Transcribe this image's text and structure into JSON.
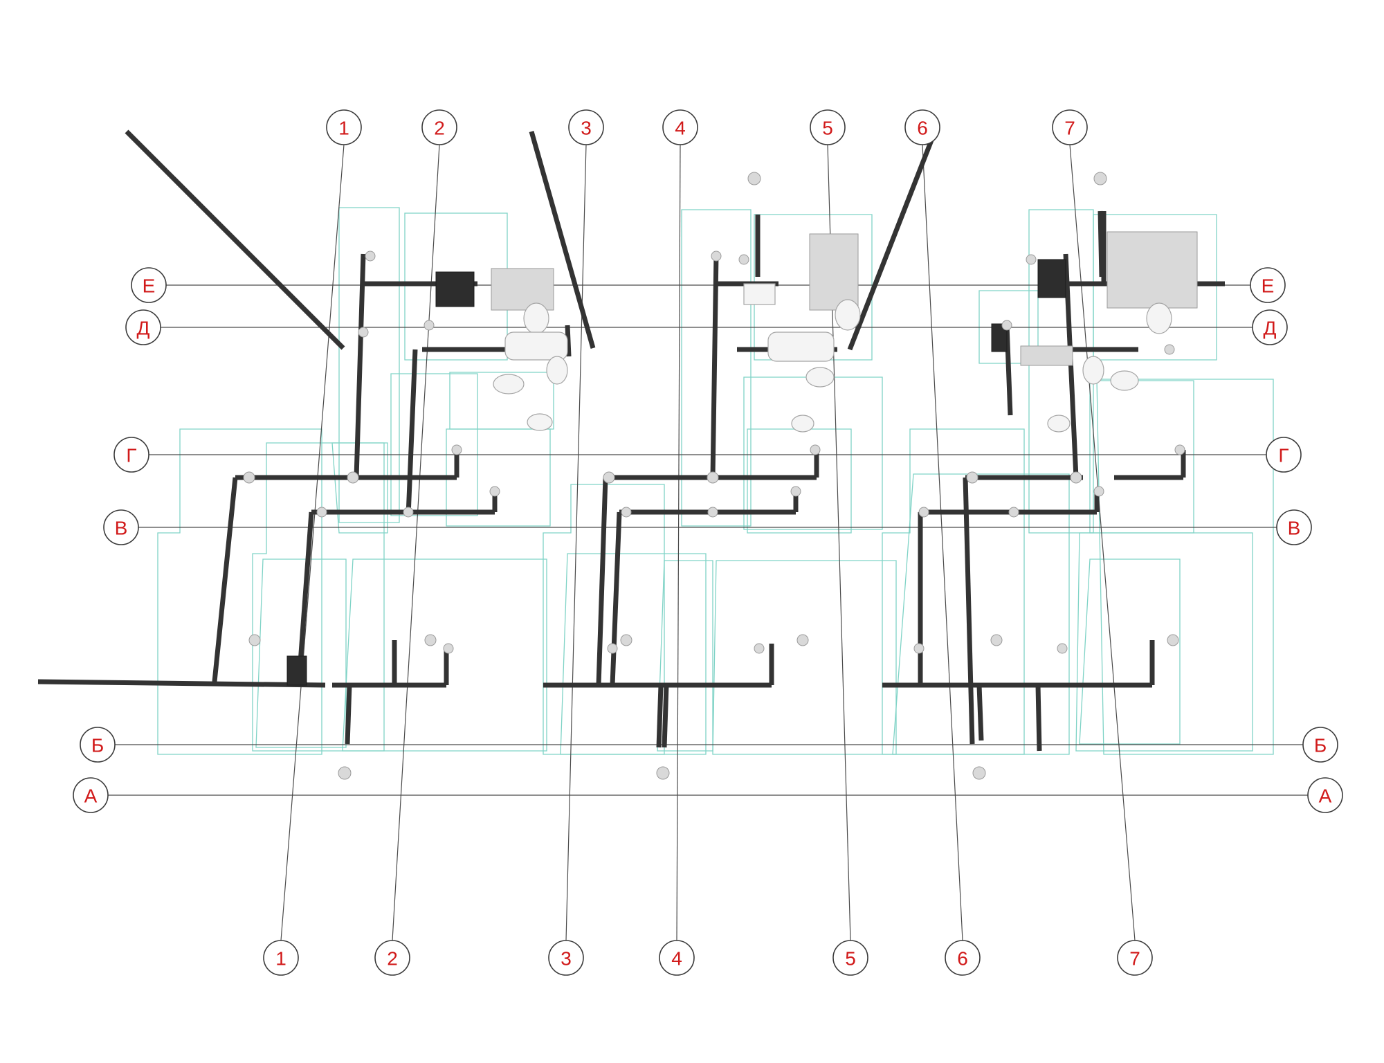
{
  "diagram": {
    "column_axes": [
      "1",
      "2",
      "3",
      "4",
      "5",
      "6",
      "7"
    ],
    "row_axes": [
      "Е",
      "Д",
      "Г",
      "В",
      "Б",
      "А"
    ],
    "colors": {
      "bubble_text": "#d11a1a",
      "axis_line": "#4a4a4a",
      "room_outline": "#7fd3c6",
      "pipe": "#333333"
    }
  }
}
